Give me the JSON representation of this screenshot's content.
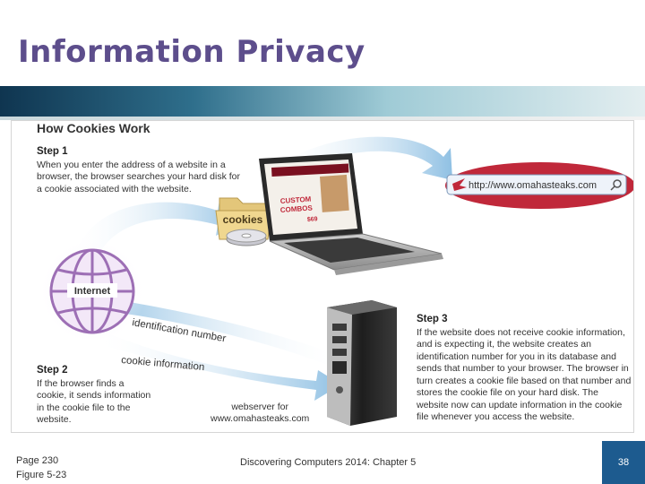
{
  "slide": {
    "title": "Information Privacy",
    "page_number": "38"
  },
  "figure": {
    "title": "How Cookies Work",
    "step1": {
      "heading": "Step 1",
      "text": "When you enter the address of a website in a browser, the browser searches your hard disk for a cookie associated with the website."
    },
    "step2": {
      "heading": "Step 2",
      "text": "If the browser finds a cookie, it sends information in the cookie file to the website."
    },
    "step3": {
      "heading": "Step 3",
      "text": "If the website does not receive cookie information, and is expecting it, the website creates an identification number for you in its database and sends that number to your browser. The browser in turn creates a cookie file based on that number and stores the cookie file on your hard disk. The website now can update information in the cookie file whenever you access the website."
    },
    "cookies_folder_label": "cookies",
    "internet_label": "Internet",
    "url": "http://www.omahasteaks.com",
    "arrow_identification": "identification number",
    "arrow_cookie": "cookie information",
    "server_label_line1": "webserver for",
    "server_label_line2": "www.omahasteaks.com",
    "screen_text_custom": "CUSTOM",
    "screen_text_combos": "COMBOS",
    "screen_text_price": "$69"
  },
  "footer": {
    "page_ref": "Page 230",
    "figure_ref": "Figure 5-23",
    "course": "Discovering Computers 2014: Chapter 5"
  },
  "colors": {
    "title": "#5d4e8c",
    "arrow_blue": "#9cc8e6",
    "internet_purple": "#9d6fb5",
    "url_bar_red": "#c0283a",
    "page_number_bg": "#1d5b8f"
  },
  "icons": [
    "globe-icon",
    "folder-icon",
    "cd-icon",
    "laptop-icon",
    "server-tower-icon",
    "magnifier-icon",
    "browser-logo-icon"
  ]
}
